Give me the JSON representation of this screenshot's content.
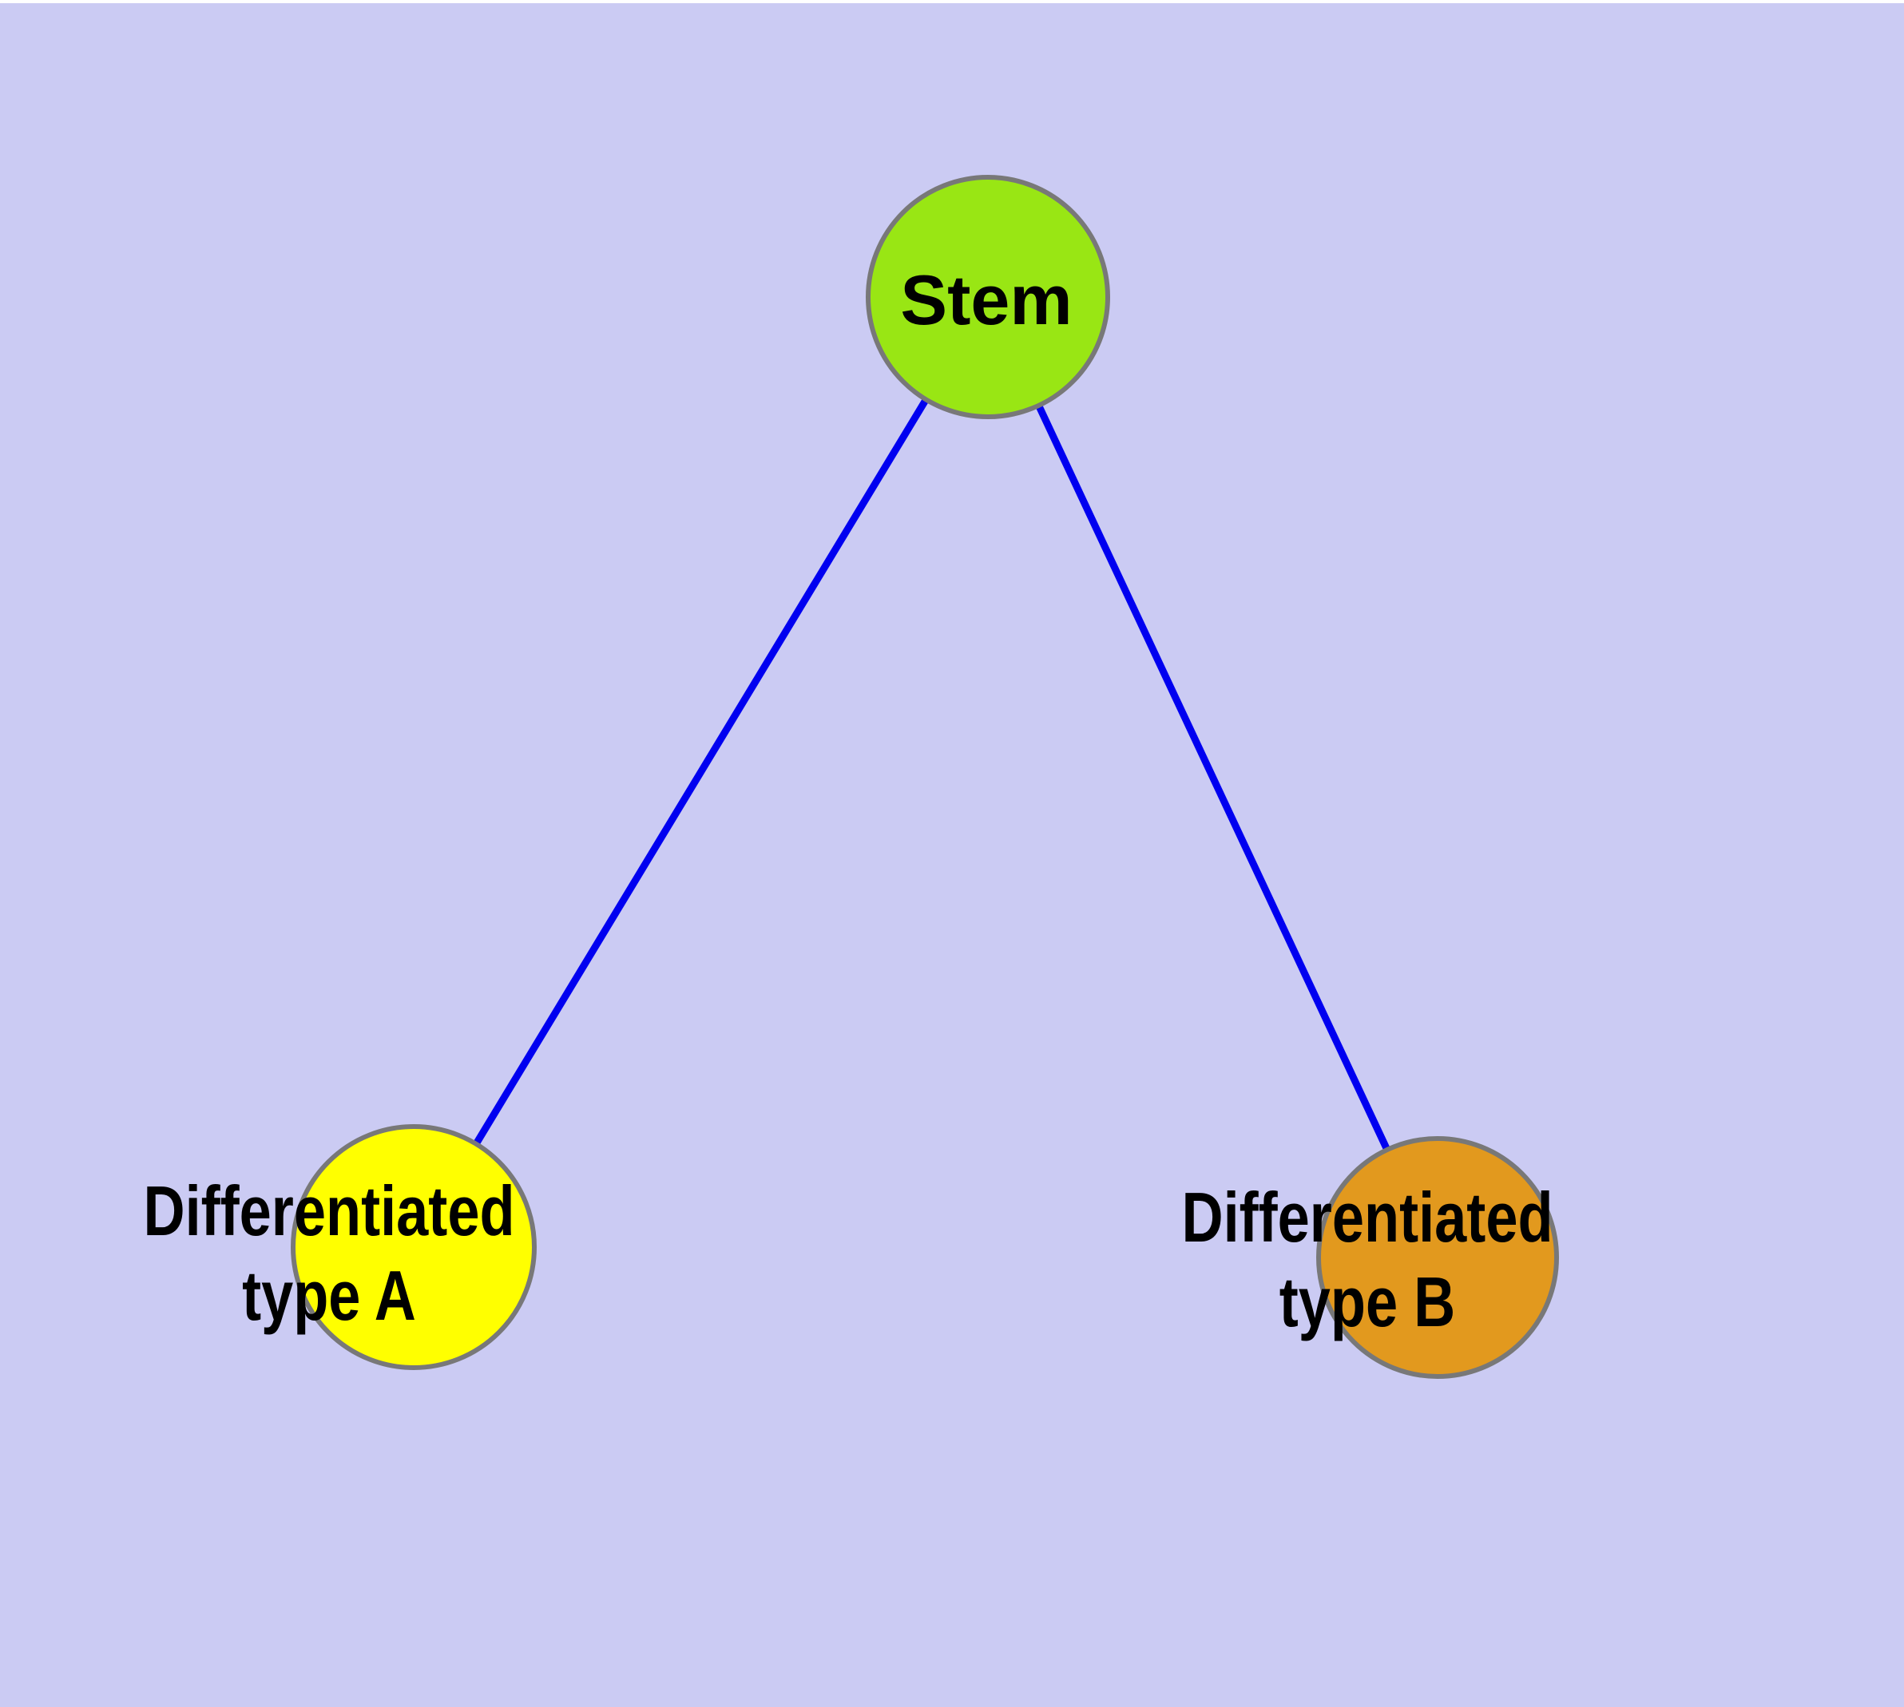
{
  "diagram": {
    "type": "graph",
    "background_color": "#cbcbf3",
    "top_strip_color": "#ffffff",
    "edge_color": "#0000f0",
    "node_border_color": "#787878",
    "text_color": "#000000",
    "nodes": [
      {
        "id": "stem",
        "label": "Stem",
        "fill": "#99e614"
      },
      {
        "id": "type-a",
        "label_line1": "Differentiated",
        "label_line2": "type A",
        "fill": "#ffff00"
      },
      {
        "id": "type-b",
        "label_line1": "Differentiated",
        "label_line2": "type B",
        "fill": "#e2991e"
      }
    ],
    "edges": [
      {
        "from": "Stem",
        "to": "Differentiated type A"
      },
      {
        "from": "Stem",
        "to": "Differentiated type B"
      }
    ]
  }
}
